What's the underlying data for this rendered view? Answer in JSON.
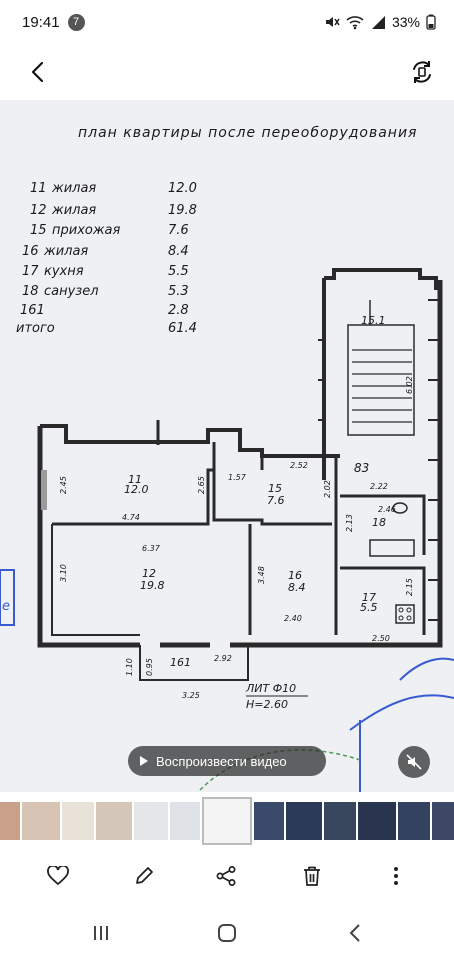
{
  "status_bar": {
    "time": "19:41",
    "notification_count": "7",
    "battery": "33%"
  },
  "plan": {
    "title": "план квартиры после переоборудования",
    "legend": [
      {
        "num": "11",
        "name": "жилая",
        "area": "12.0"
      },
      {
        "num": "12",
        "name": "жилая",
        "area": "19.8"
      },
      {
        "num": "15",
        "name": "прихожая",
        "area": "7.6"
      },
      {
        "num": "16",
        "name": "жилая",
        "area": "8.4"
      },
      {
        "num": "17",
        "name": "кухня",
        "area": "5.5"
      },
      {
        "num": "18",
        "name": "санузел",
        "area": "5.3"
      },
      {
        "num": "161",
        "name": "",
        "area": "2.8"
      },
      {
        "num": "итого",
        "name": "",
        "area": "61.4"
      }
    ],
    "rooms": [
      {
        "num": "11",
        "area": "12.0"
      },
      {
        "num": "12",
        "area": "19.8"
      },
      {
        "num": "15",
        "area": "7.6"
      },
      {
        "num": "16",
        "area": "8.4"
      },
      {
        "num": "17",
        "area": "5.5"
      },
      {
        "num": "18",
        "area": ""
      },
      {
        "num": "15.1",
        "area": ""
      },
      {
        "num": "83",
        "area": ""
      },
      {
        "num": "161",
        "area": ""
      }
    ],
    "dimensions": [
      "2.45",
      "4.74",
      "2.65",
      "1.57",
      "2.52",
      "2.02",
      "2.22",
      "2.46",
      "2.13",
      "6.37",
      "3.10",
      "3.48",
      "2.40",
      "2.15",
      "2.50",
      "1.10",
      "0.95",
      "2.92",
      "3.25",
      "6.02"
    ],
    "litera": "ЛИТ Ф10",
    "height": "H=2.60",
    "side_label": "е"
  },
  "video": {
    "play_label": "Воспроизвести видео"
  },
  "colors": {
    "accent": "#2b2f8a",
    "stamp": "#3a5bd0",
    "green": "#4a9a5a"
  }
}
